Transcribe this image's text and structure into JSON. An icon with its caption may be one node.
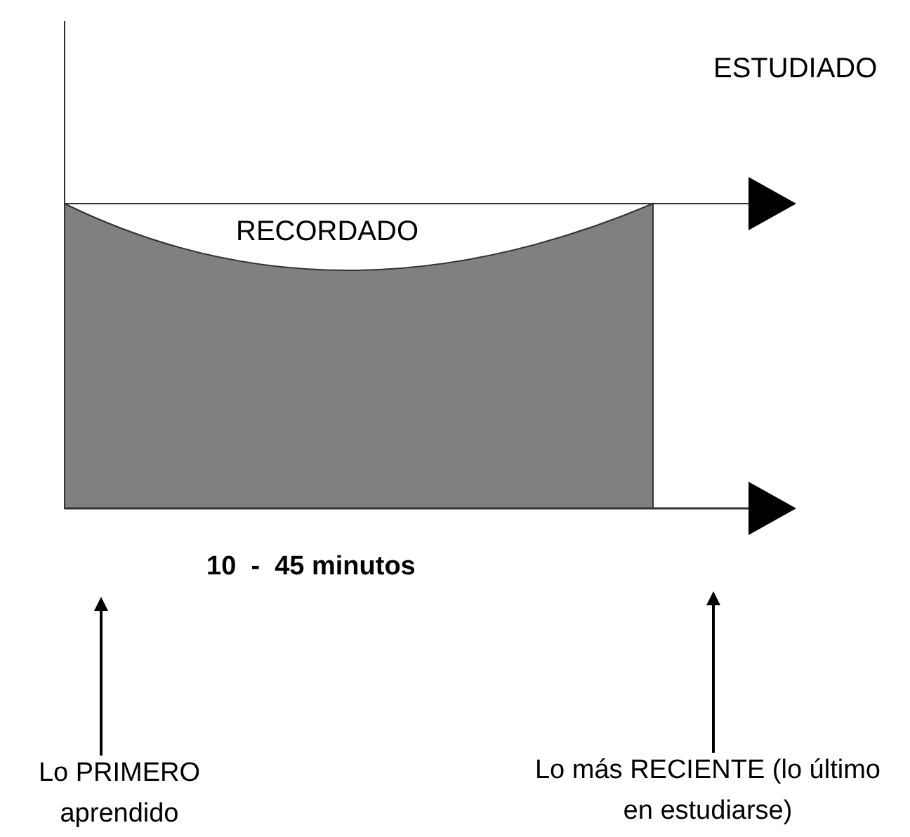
{
  "diagram": {
    "nodes": [
      {
        "text": [
          "Lo PRIMERO aprendido"
        ]
      },
      {
        "text": [
          "Lo más RECIENTE (lo último en estudiarse)"
        ]
      }
    ],
    "edges": [
      {
        "from": 0,
        "to": null,
        "arrow": "to"
      },
      {
        "from": 1,
        "to": null,
        "arrow": "to"
      }
    ],
    "labels": [
      "ESTUDIADO",
      "RECORDADO",
      "10  -  45 minutos"
    ]
  }
}
